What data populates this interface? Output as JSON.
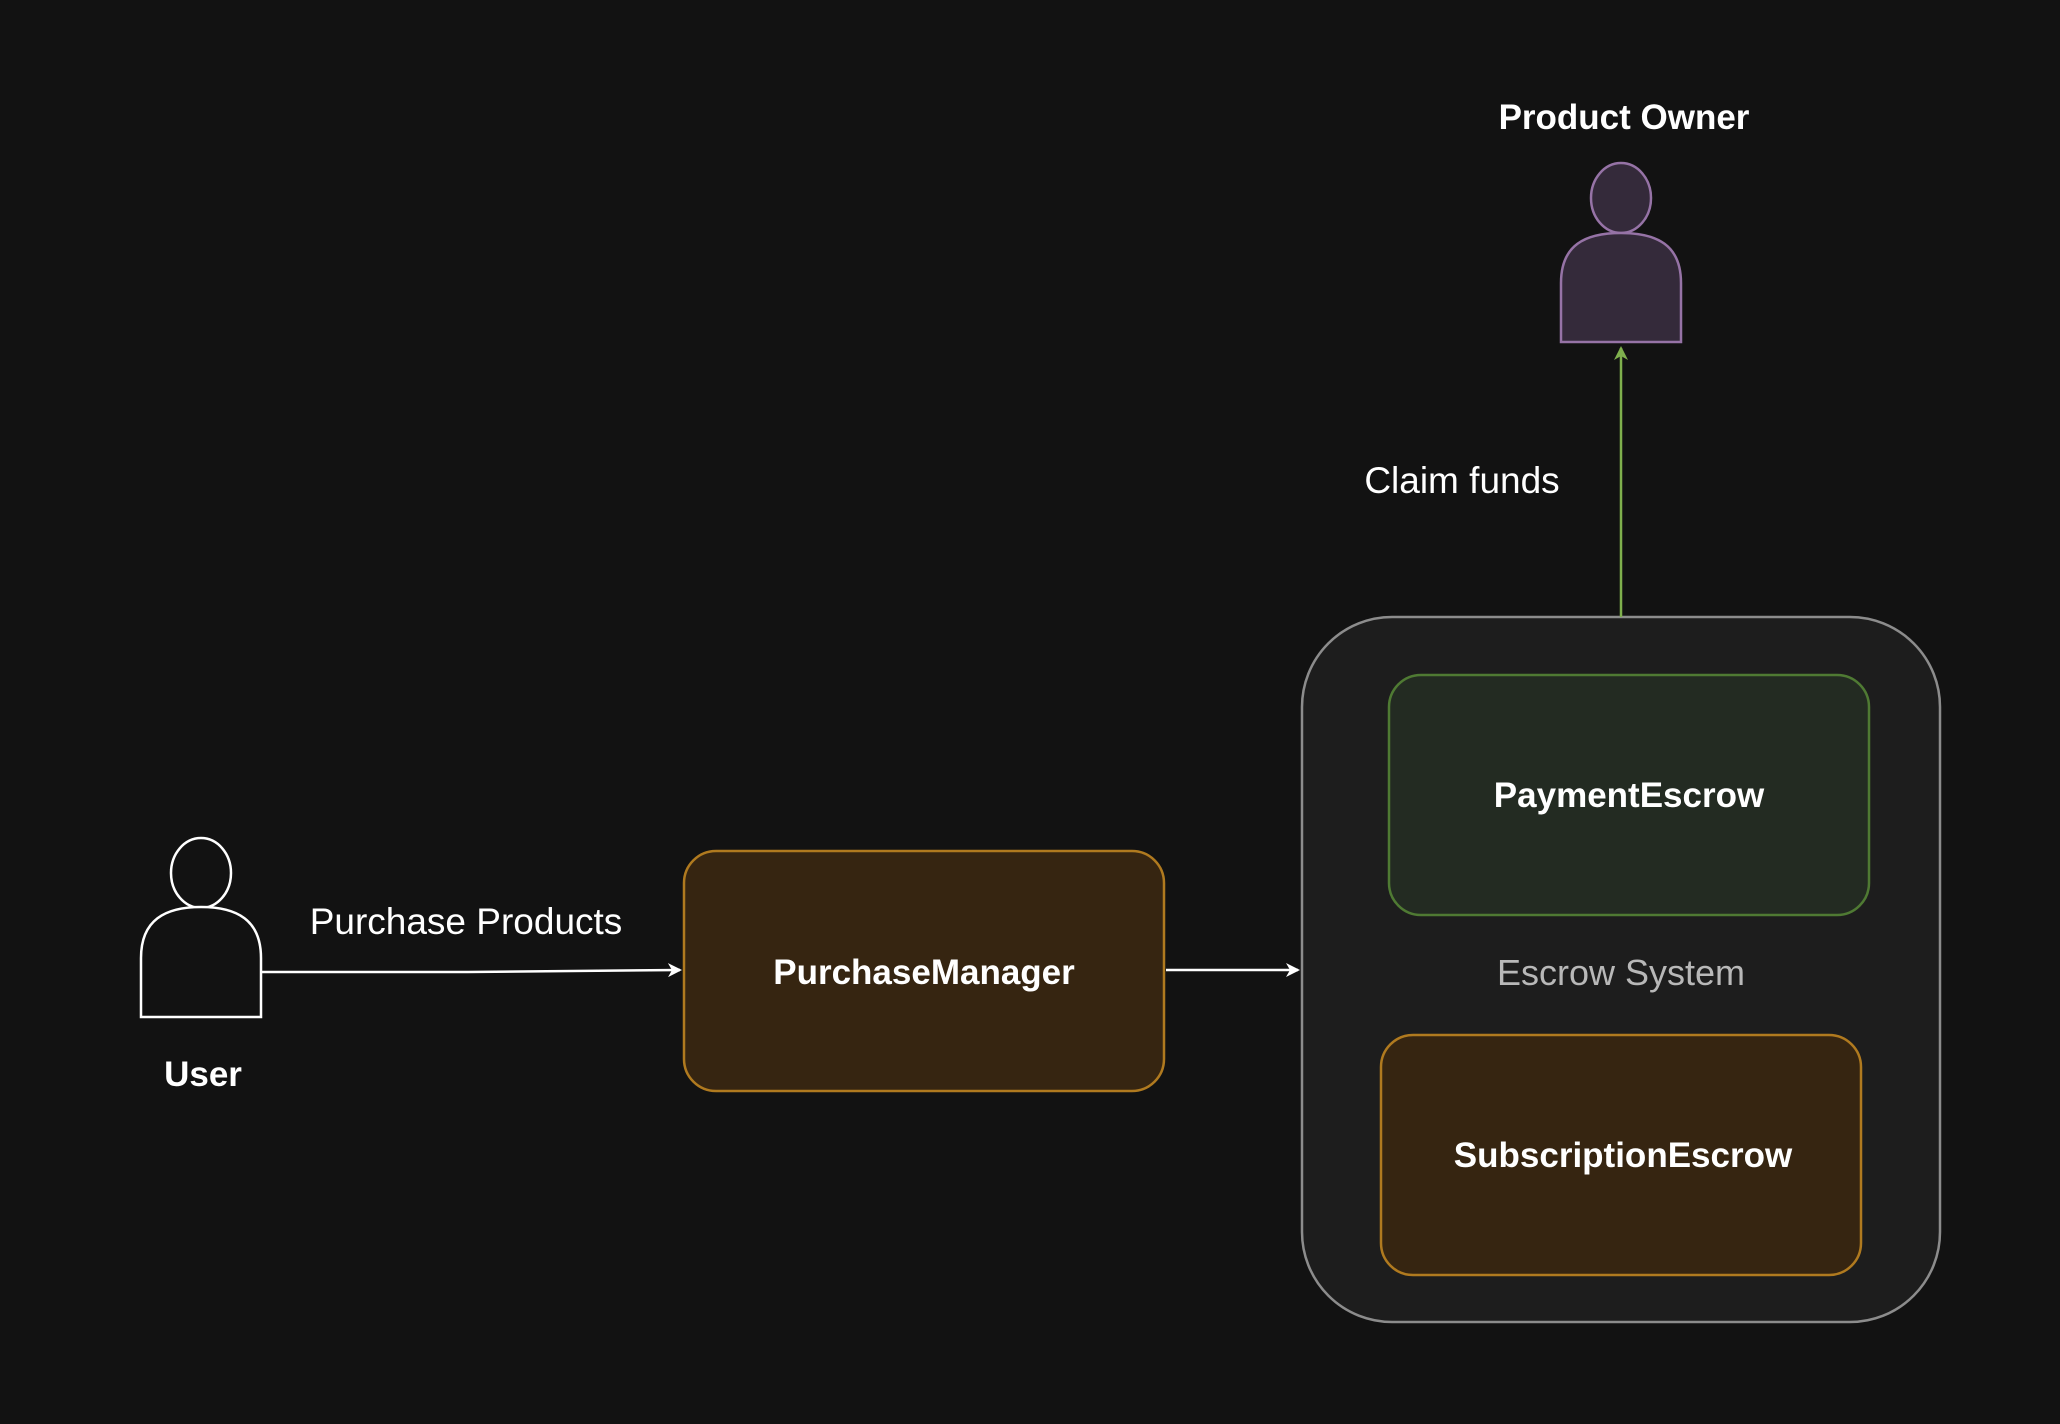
{
  "actors": {
    "user": {
      "label": "User",
      "color": "#ffffff"
    },
    "product_owner": {
      "label": "Product Owner",
      "color": "#9673a6"
    }
  },
  "boxes": {
    "purchase_manager": {
      "label": "PurchaseManager",
      "fill": "#362511",
      "stroke": "#b07a1f"
    },
    "payment_escrow": {
      "label": "PaymentEscrow",
      "fill": "#232b22",
      "stroke": "#4f7a33"
    },
    "subscription_escrow": {
      "label": "SubscriptionEscrow",
      "fill": "#362511",
      "stroke": "#b07a1f"
    }
  },
  "group": {
    "label": "Escrow System",
    "fill": "#1d1d1d",
    "stroke": "#8c8c8c"
  },
  "edges": {
    "purchase": {
      "label": "Purchase Products",
      "color": "#ffffff"
    },
    "to_escrow": {
      "label": "",
      "color": "#ffffff"
    },
    "claim": {
      "label": "Claim funds",
      "color": "#7fb04d"
    }
  }
}
